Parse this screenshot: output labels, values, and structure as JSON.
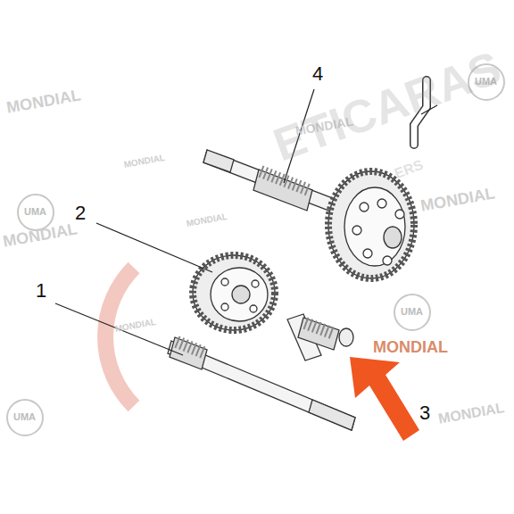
{
  "diagram": {
    "labels": [
      "4",
      "2",
      "1",
      "3",
      "MONDIAL",
      "MONDIAL",
      "MONDIAL",
      "MONDIAL",
      "MONDIAL",
      "MONDIAL",
      "MONDIAL",
      "MONDIAL",
      "MONDIAL",
      "UMA",
      "UMA",
      "UMA",
      "UMA",
      "ETICARAS",
      "ERS"
    ]
  }
}
